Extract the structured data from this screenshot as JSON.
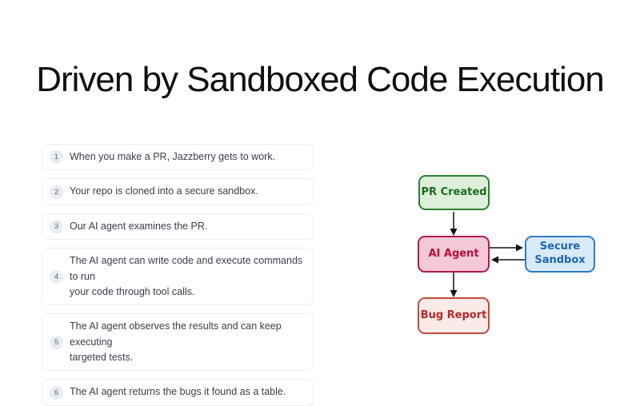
{
  "title": "Driven by Sandboxed Code Execution",
  "steps": [
    {
      "number": "1",
      "text": "When you make a PR, Jazzberry gets to work."
    },
    {
      "number": "2",
      "text": "Your repo is cloned into a secure sandbox."
    },
    {
      "number": "3",
      "text": "Our AI agent examines the PR."
    },
    {
      "number": "4",
      "text": "The AI agent can write code and execute commands to run\nyour code through tool calls."
    },
    {
      "number": "5",
      "text": "The AI agent observes the results and can keep executing\ntargeted tests."
    },
    {
      "number": "6",
      "text": "The AI agent returns the bugs it found as a table."
    }
  ],
  "flowchart": {
    "nodes": [
      {
        "id": "pr-created",
        "label": "PR Created",
        "fill": "#ddefd8",
        "border": "#2e7d32",
        "text_color": "#1a6b20"
      },
      {
        "id": "ai-agent",
        "label": "AI Agent",
        "fill": "#f4c8d4",
        "border": "#b01950",
        "text_color": "#ad1040"
      },
      {
        "id": "secure-sandbox",
        "label": "Secure\nSandbox",
        "fill": "#d8eafa",
        "border": "#2e7cc3",
        "text_color": "#1d64b5"
      },
      {
        "id": "bug-report",
        "label": "Bug Report",
        "fill": "#fbeae7",
        "border": "#c24b40",
        "text_color": "#b3282d"
      }
    ],
    "edges": [
      {
        "from": "pr-created",
        "to": "ai-agent"
      },
      {
        "from": "ai-agent",
        "to": "secure-sandbox"
      },
      {
        "from": "secure-sandbox",
        "to": "ai-agent"
      },
      {
        "from": "ai-agent",
        "to": "bug-report"
      }
    ],
    "arrow_color": "#111111"
  }
}
